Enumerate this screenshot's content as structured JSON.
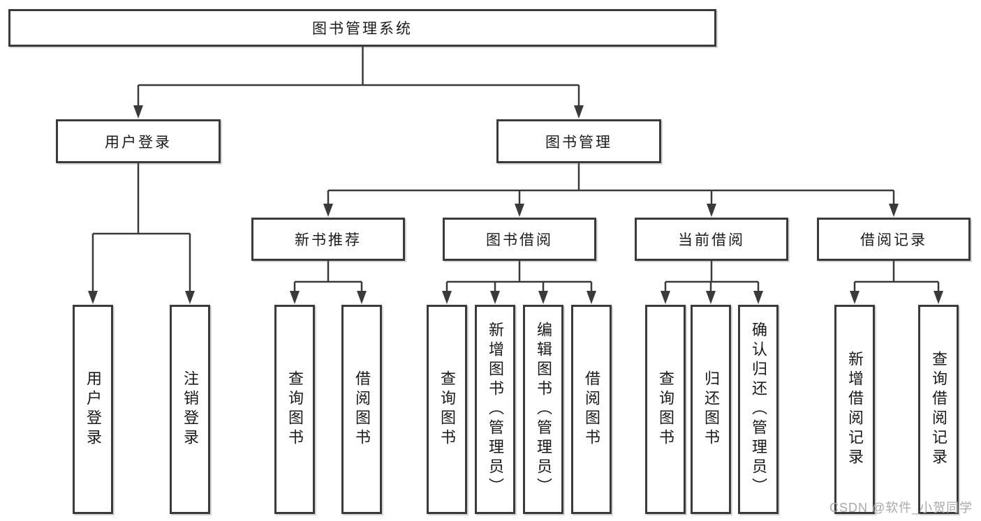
{
  "tree": {
    "root": "图书管理系统",
    "branches": [
      {
        "label": "用户登录",
        "children": [
          "用户登录",
          "注销登录"
        ]
      },
      {
        "label": "图书管理",
        "groups": [
          {
            "label": "新书推荐",
            "children": [
              "查询图书",
              "借阅图书"
            ]
          },
          {
            "label": "图书借阅",
            "children": [
              "查询图书",
              "新增图书（管理员）",
              "编辑图书（管理员）",
              "借阅图书"
            ]
          },
          {
            "label": "当前借阅",
            "children": [
              "查询图书",
              "归还图书",
              "确认归还（管理员）"
            ]
          },
          {
            "label": "借阅记录",
            "children": [
              "新增借阅记录",
              "查询借阅记录"
            ]
          }
        ]
      }
    ]
  },
  "watermark": "CSDN @软件_小贺同学",
  "colors": {
    "line": "#3a3a3a",
    "text": "#1a1a1a",
    "background": "#ffffff",
    "watermark": "#a9a9a9"
  }
}
